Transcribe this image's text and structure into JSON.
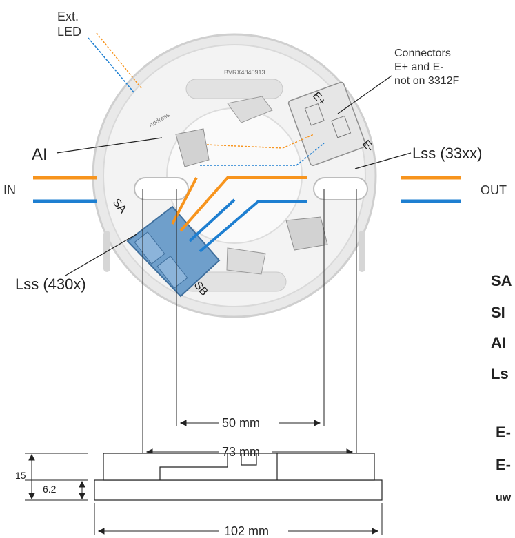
{
  "labels": {
    "ext_led_line1": "Ext.",
    "ext_led_line2": "LED",
    "connectors_line1": "Connectors",
    "connectors_line2": "E+ and E-",
    "connectors_line3": "not on 3312F",
    "ai_left": "AI",
    "lss_33xx": "Lss (33xx)",
    "in": "IN",
    "out": "OUT",
    "lss_430x": "Lss (430x)",
    "sa": "SA",
    "sb": "SB",
    "e_plus": "E+",
    "e_minus": "E-",
    "serial": "BVRX4840913",
    "address": "Address"
  },
  "dimensions": {
    "d50": "50 mm",
    "d73": "73 mm",
    "d102": "102 mm",
    "h15": "15",
    "h62": "6.2"
  },
  "legend_partial": {
    "row1": "SA",
    "row2": "SI",
    "row3": "AI",
    "row4": "Ls",
    "row5": "E-",
    "row6": "E-",
    "row7": "uw"
  },
  "colors": {
    "orange_wire": "#f7941d",
    "blue_wire": "#1e7fd1",
    "connector_blue": "#6f9fcb",
    "base_white": "#f0f0f0",
    "line": "#222222"
  }
}
